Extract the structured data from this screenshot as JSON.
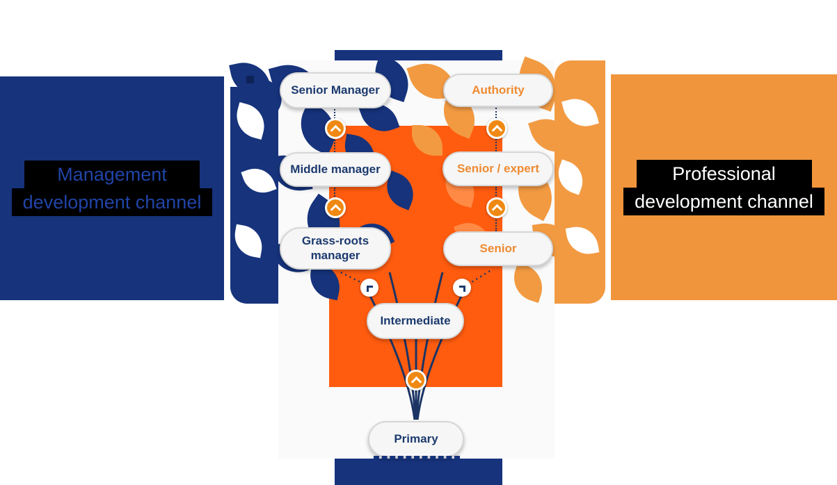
{
  "panels": {
    "management": {
      "line1": "Management",
      "line2": "development channel"
    },
    "professional": {
      "line1": "Professional",
      "line2": "development channel"
    }
  },
  "nodes": {
    "senior_manager": "Senior Manager",
    "authority": "Authority",
    "middle_manager": "Middle manager",
    "senior_expert": "Senior / expert",
    "grass_roots_manager": "Grass-roots manager",
    "senior": "Senior",
    "intermediate": "Intermediate",
    "primary": "Primary"
  },
  "tracks": {
    "management": [
      "Primary",
      "Intermediate",
      "Grass-roots manager",
      "Middle manager",
      "Senior Manager"
    ],
    "professional": [
      "Primary",
      "Intermediate",
      "Senior",
      "Senior / expert",
      "Authority"
    ]
  },
  "colors": {
    "navy": "#16337c",
    "bright_orange": "#ff5c0f",
    "leaf_orange": "#f29a42",
    "accent_orange": "#ee8a31",
    "highlight_black": "#000000",
    "management_text_blue": "#2144a7",
    "pill_background": "#f6f6f6"
  }
}
